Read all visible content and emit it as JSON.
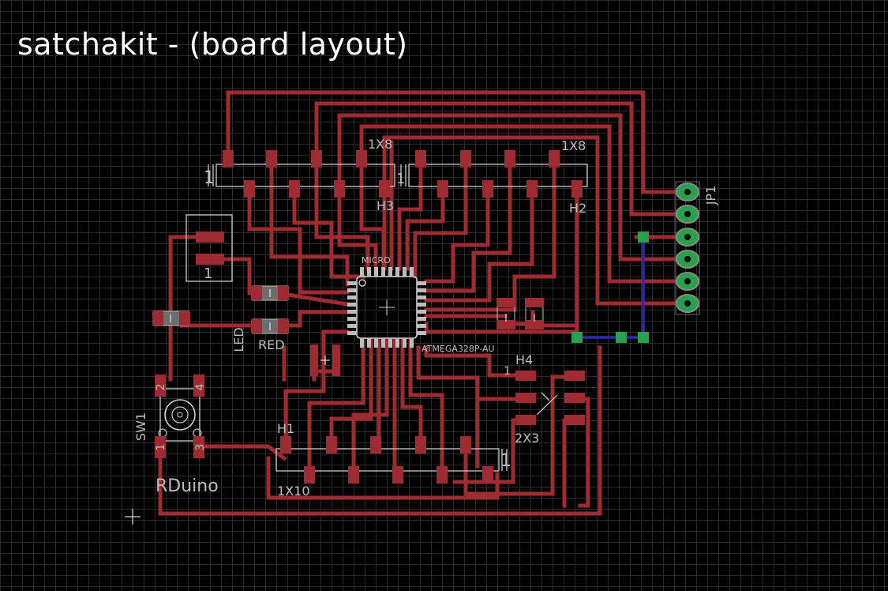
{
  "title": "satchakit - (board layout)",
  "labels": {
    "h3_type": "1X8",
    "h3_name": "H3",
    "h2_type": "1X8",
    "h2_name": "H2",
    "jp1_name": "JP1",
    "chip_top": "MICRO",
    "chip_bottom": "ATMEGA328P-AU",
    "h4_name": "H4",
    "h4_type": "2X3",
    "h4_pin1": "1",
    "h1_name": "H1",
    "h1_type": "1X10",
    "h1_pin1": "1",
    "led_name": "LED",
    "led_color": "RED",
    "sw_name": "SW1",
    "sw_pin_tl": "2",
    "sw_pin_tr": "4",
    "sw_pin_bl": "1",
    "sw_pin_br": "3",
    "board_name": "RDuino",
    "pin1_left": "1",
    "pin1_h2": "1",
    "pin1_reg": "1"
  },
  "colors": {
    "background": "#000000",
    "grid": "#2b2b2b",
    "top_copper": "#9e2b31",
    "bottom_copper": "#2a2ab5",
    "via": "#27a14a",
    "silkscreen": "#bdbdbd"
  }
}
